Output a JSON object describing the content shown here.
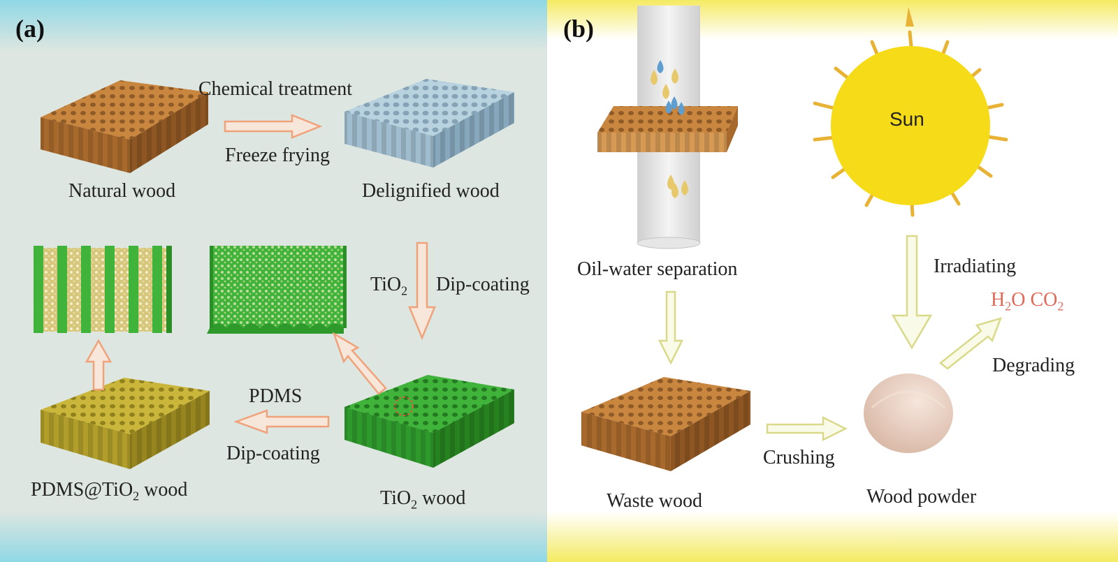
{
  "panel_a": {
    "tag": "(a)",
    "chemical_treatment": "Chemical treatment",
    "freeze_frying": "Freeze frying",
    "natural_wood": "Natural wood",
    "delignified_wood": "Delignified wood",
    "tio2_prefix": "TiO",
    "sub2": "2",
    "dip_coating_1": "Dip-coating",
    "pdms": "PDMS",
    "dip_coating_2": "Dip-coating",
    "pdms_tio2_prefix": "PDMS@TiO",
    "wood_suffix": " wood",
    "tio2_wood_prefix": "TiO"
  },
  "panel_b": {
    "tag": "(b)",
    "oil_water": "Oil-water separation",
    "sun": "Sun",
    "irradiating": "Irradiating",
    "h2o_prefix": "H",
    "h2o_suffix": "O CO",
    "degrading": "Degrading",
    "crushing": "Crushing",
    "waste_wood": "Waste wood",
    "wood_powder": "Wood powder"
  },
  "colors": {
    "panel_a_bg": "#dde6e0",
    "panel_a_edge": "#8fd8e6",
    "panel_b_edge": "#f4ea62",
    "arrow_orange": "#f0a27a",
    "arrow_yellow": "#d9d98a",
    "wood_brown": "#c9863e",
    "delignified_blue": "#b8d2e0",
    "tio2_green": "#3fb33a",
    "pdms_olive": "#c9b63a",
    "sun_yellow": "#f6dc18",
    "ray_orange": "#e8b235",
    "product_red": "#e06a5a",
    "powder_pink": "#e6cbbd"
  }
}
